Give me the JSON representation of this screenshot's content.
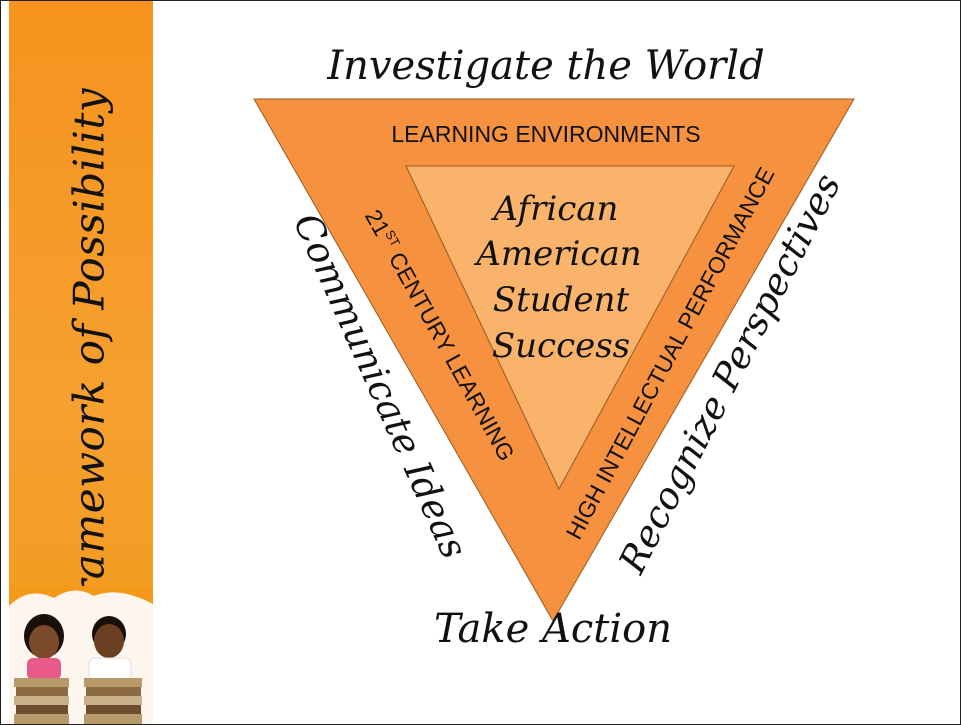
{
  "slide": {
    "side_title": "A Framework of Possibility",
    "photo_alt": "two children leaning on a stack of books"
  },
  "diagram": {
    "top_label": "Investigate the World",
    "left_label": "Communicate Ideas",
    "right_label": "Recognize Perspectives",
    "bottom_label": "Take Action",
    "outer_top_band": "LEARNING ENVIRONMENTS",
    "outer_left_band_prefix": "21",
    "outer_left_band_sup": "ST",
    "outer_left_band_rest": " CENTURY LEARNING",
    "outer_right_band": "HIGH INTELLECTUAL PERFORMANCE",
    "center_line_1": "African",
    "center_line_2": "American",
    "center_line_3": "Student",
    "center_line_4": "Success",
    "colors": {
      "outer_triangle": "#f5913f",
      "inner_triangle": "#f9b36a",
      "side_bar": "#f7931e"
    }
  }
}
